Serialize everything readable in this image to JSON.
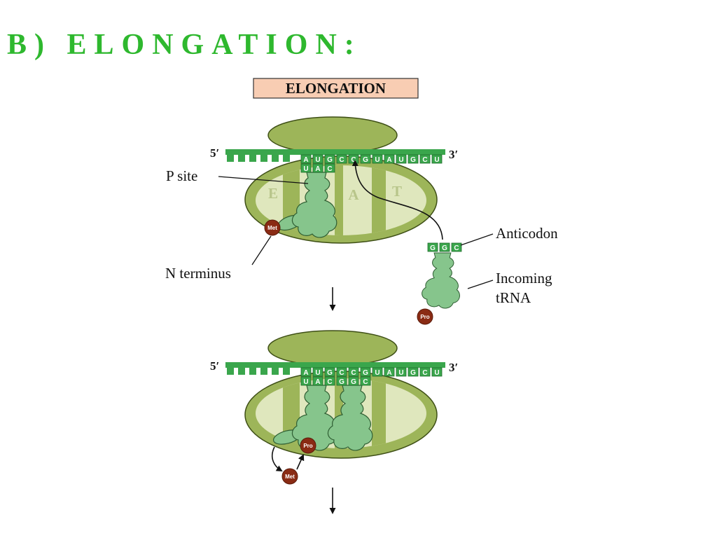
{
  "slide": {
    "title": "B) ELONGATION:"
  },
  "diagram": {
    "box_label": "ELONGATION",
    "five_prime": "5′",
    "three_prime": "3′",
    "mrna": [
      "A",
      "U",
      "G",
      "C",
      "C",
      "G",
      "U",
      "A",
      "U",
      "G",
      "C",
      "U"
    ],
    "panel1": {
      "p_site_label": "P site",
      "site_letters": [
        "E",
        "A",
        "T"
      ],
      "trna_anticodon": [
        "U",
        "A",
        "C"
      ],
      "met": "Met",
      "n_terminus_label": "N terminus",
      "anticodon_label": "Anticodon",
      "incoming_anticodon": [
        "G",
        "G",
        "C"
      ],
      "incoming_label_line1": "Incoming",
      "incoming_label_line2": "tRNA",
      "pro": "Pro"
    },
    "panel2": {
      "anticodons": [
        "U",
        "A",
        "C",
        "G",
        "G",
        "C"
      ],
      "pro": "Pro",
      "met": "Met"
    }
  },
  "colors": {
    "title": "#2eb82e",
    "label_box": "#f8cdb3",
    "ribosome": "#9db559",
    "ribosome_inner": "#dfe7bd",
    "mrna": "#3aa64c",
    "trna": "#86c58c",
    "amino_acid": "#8a2b14"
  }
}
